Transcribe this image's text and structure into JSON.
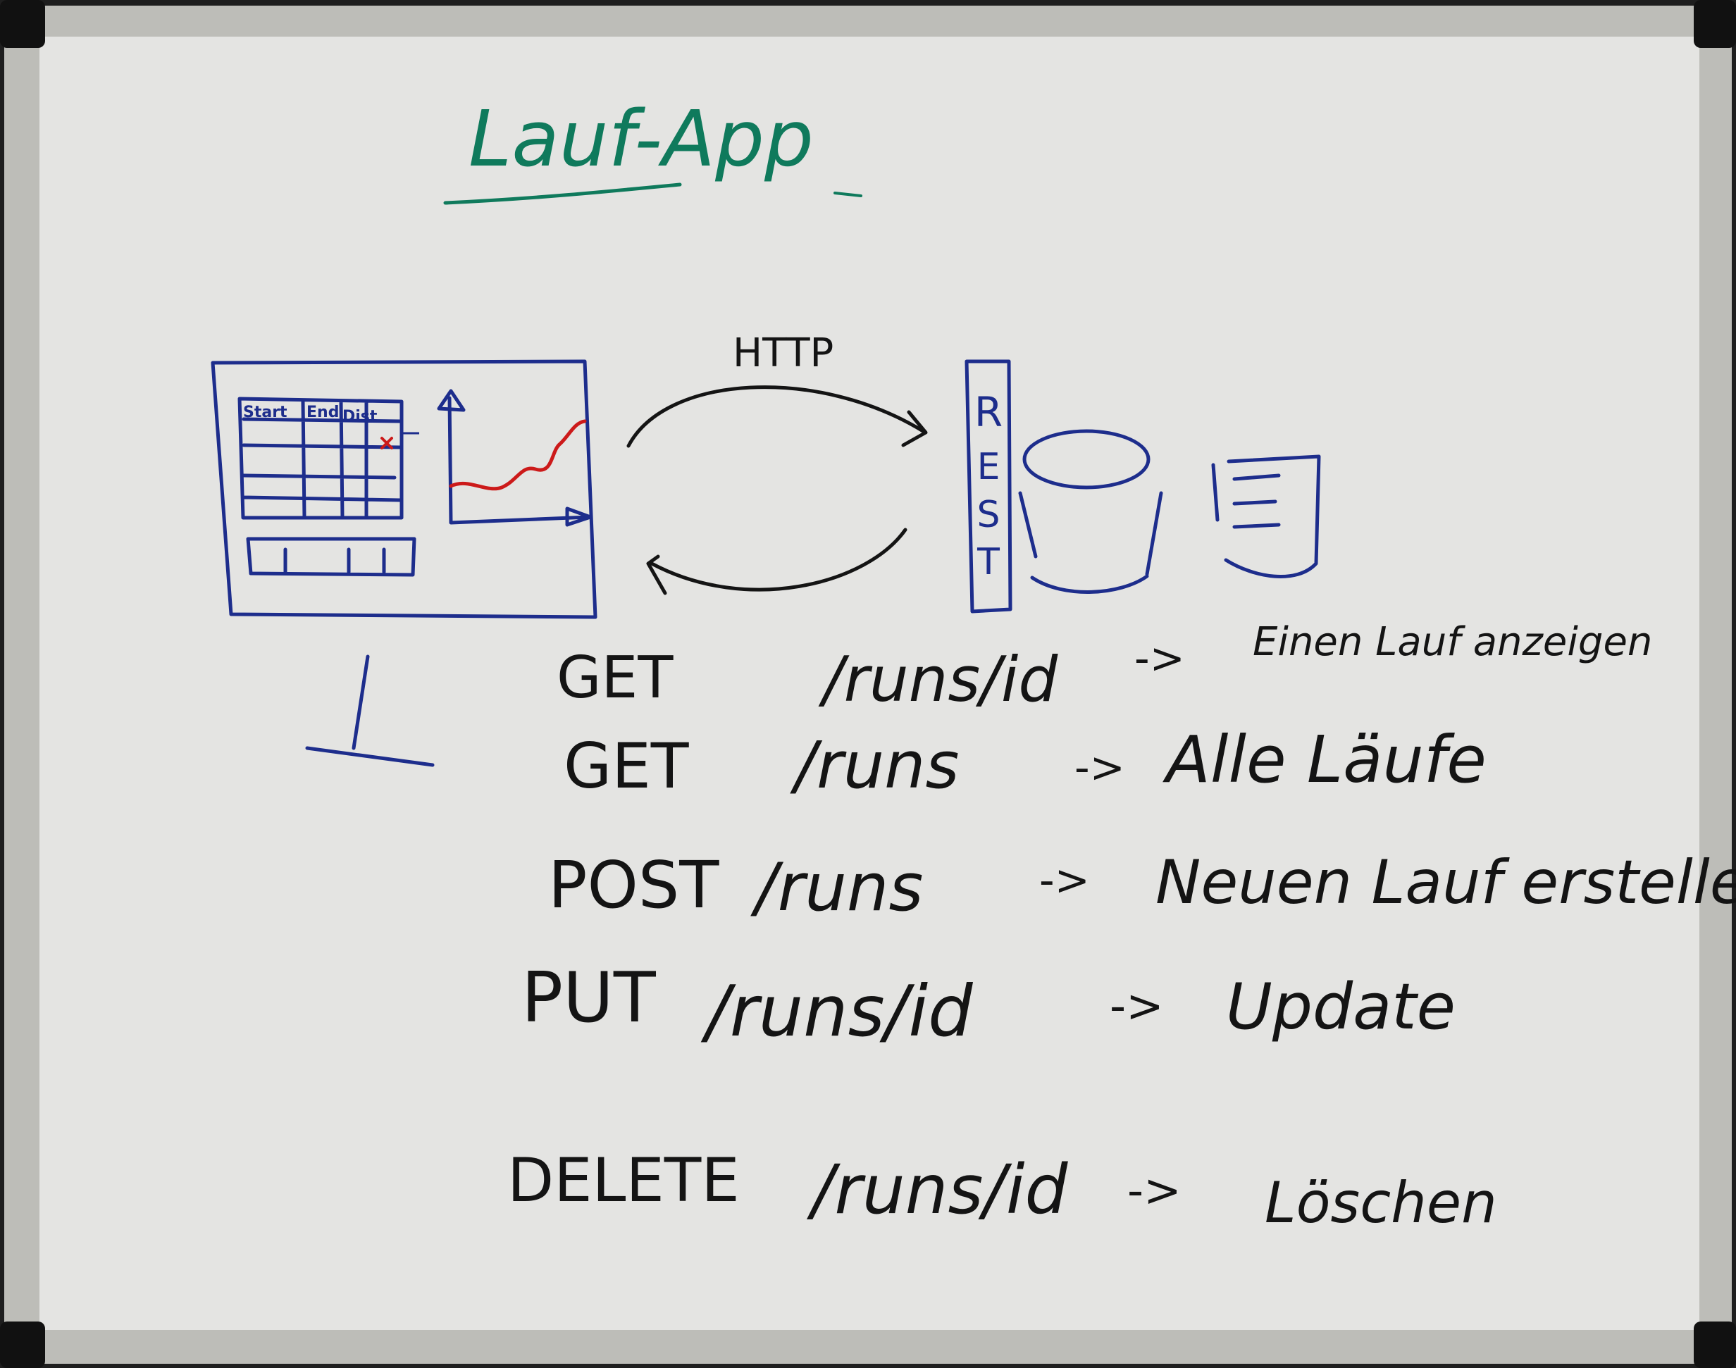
{
  "title": "Lauf-App",
  "http_label": "HTTP",
  "rest_letters": [
    "R",
    "E",
    "S",
    "T"
  ],
  "table_headers": [
    "Start",
    "End",
    "Dist"
  ],
  "endpoints": [
    {
      "method": "GET",
      "path": "/runs/id",
      "description": "Einen Lauf anzeigen"
    },
    {
      "method": "GET",
      "path": "/runs",
      "description": "Alle Läufe"
    },
    {
      "method": "POST",
      "path": "/runs",
      "description": "Neuen Lauf erstellen"
    },
    {
      "method": "PUT",
      "path": "/runs/id",
      "description": "Update"
    },
    {
      "method": "DELETE",
      "path": "/runs/id",
      "description": "Löschen"
    }
  ],
  "arrow_glyph": "->",
  "colors": {
    "board": "#e4e4e2",
    "frame": "#b8b8b4",
    "black_marker": "#141414",
    "blue_marker": "#1d2d8c",
    "green_marker": "#0f7a5c",
    "red_marker": "#cc1a1a"
  }
}
